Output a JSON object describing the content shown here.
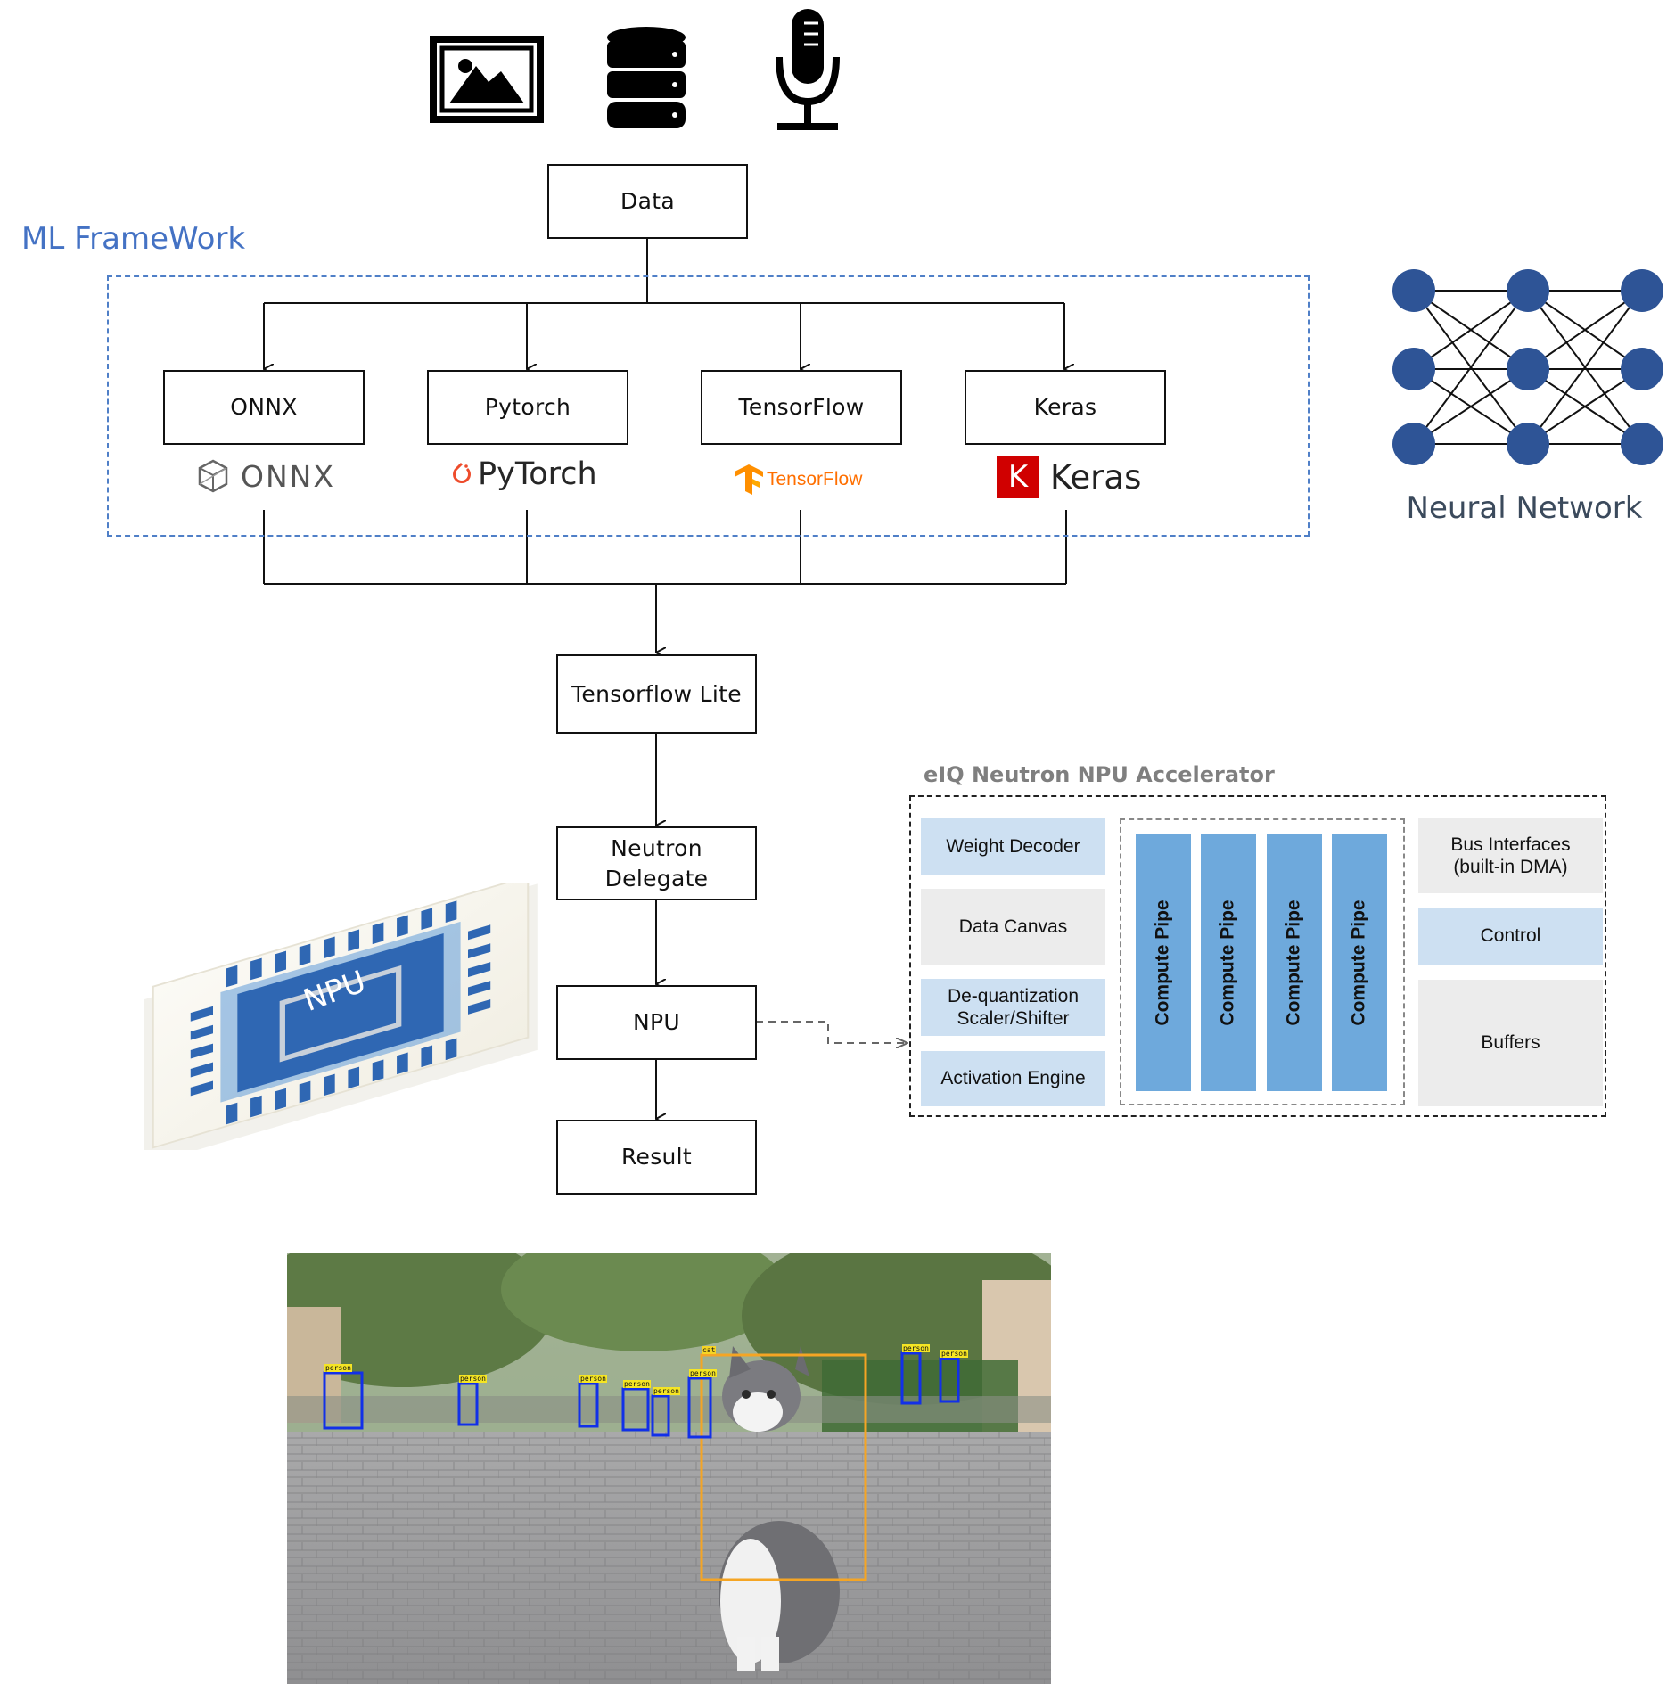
{
  "inputs": {
    "icons": [
      "image-icon",
      "database-icon",
      "microphone-icon"
    ]
  },
  "flow": {
    "data": "Data",
    "framework_title": "ML FrameWork",
    "frameworks": [
      "ONNX",
      "Pytorch",
      "TensorFlow",
      "Keras"
    ],
    "logos": {
      "onnx": "ONNX",
      "pytorch": "PyTorch",
      "tensorflow": "TensorFlow",
      "keras_letter": "K",
      "keras": "Keras"
    },
    "tflite": "Tensorflow Lite",
    "delegate_line1": "Neutron",
    "delegate_line2": "Delegate",
    "npu": "NPU",
    "result": "Result"
  },
  "neural_network": {
    "label": "Neural Network"
  },
  "chip": {
    "label": "NPU"
  },
  "accelerator": {
    "title": "eIQ Neutron NPU Accelerator",
    "left_blocks": [
      "Weight Decoder",
      "Data Canvas",
      "De-quantization",
      "Scaler/Shifter",
      "Activation Engine"
    ],
    "pipes": [
      "Compute Pipe",
      "Compute Pipe",
      "Compute Pipe",
      "Compute Pipe"
    ],
    "right_blocks": [
      "Bus Interfaces",
      "(built-in DMA)",
      "Control",
      "Buffers"
    ]
  },
  "detection": {
    "labels": [
      "person",
      "cat"
    ]
  },
  "colors": {
    "accent_blue": "#4472c4",
    "node_blue": "#2e5496",
    "pipe_blue": "#6ea9dc",
    "block_blue": "#cde0f2",
    "block_gray": "#ececec",
    "cat_box": "#f5a524",
    "person_box": "#1230e8"
  }
}
